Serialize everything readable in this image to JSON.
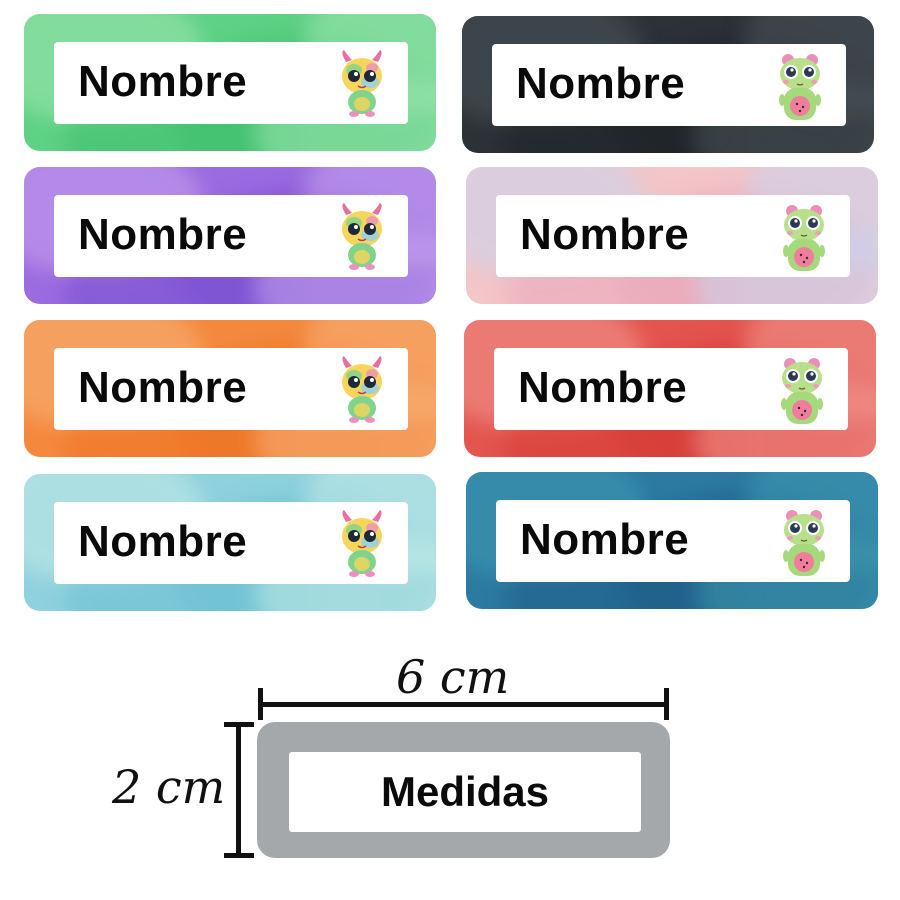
{
  "labels": [
    {
      "name": "Nombre",
      "theme": "green",
      "colors": [
        "#5fd184",
        "#9fe6b2",
        "#3fbf6e"
      ]
    },
    {
      "name": "Nombre",
      "theme": "charcoal",
      "colors": [
        "#2c3338",
        "#4b555c",
        "#1d2327"
      ]
    },
    {
      "name": "Nombre",
      "theme": "purple",
      "colors": [
        "#9b6be0",
        "#c7a4ee",
        "#7a50d2"
      ]
    },
    {
      "name": "Nombre",
      "theme": "pastel",
      "colors": [
        "#f3c6c8",
        "#c9d4f0",
        "#eaa7b9"
      ]
    },
    {
      "name": "Nombre",
      "theme": "orange",
      "colors": [
        "#f4893e",
        "#f8b37a",
        "#ee7425"
      ]
    },
    {
      "name": "Nombre",
      "theme": "red",
      "colors": [
        "#e4554f",
        "#f19a93",
        "#d63b36"
      ]
    },
    {
      "name": "Nombre",
      "theme": "aqua",
      "colors": [
        "#8fd1de",
        "#c4ece6",
        "#6cc0d2"
      ]
    },
    {
      "name": "Nombre",
      "theme": "teal-blue",
      "colors": [
        "#2c7aa2",
        "#3f9ab0",
        "#1f5d86"
      ]
    }
  ],
  "icons": {
    "monster_a": "horned-monster-icon",
    "monster_b": "frog-monster-icon"
  },
  "measure": {
    "label": "Medidas",
    "width_text": "6 cm",
    "height_text": "2 cm",
    "box_color": "#a5a8ab"
  }
}
